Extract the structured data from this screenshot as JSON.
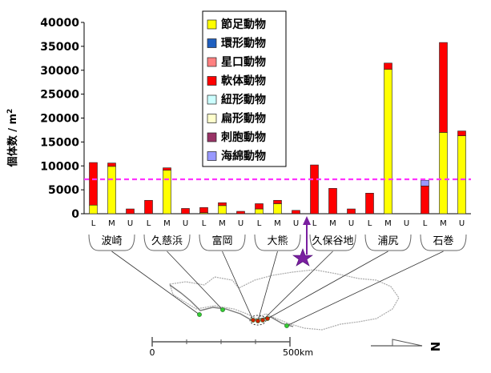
{
  "chart_data": {
    "type": "bar",
    "stacked": true,
    "ylabel": "個体数 / m",
    "ylabel_superscript": "2",
    "ylim": [
      0,
      40000
    ],
    "yticks": [
      0,
      5000,
      10000,
      15000,
      20000,
      25000,
      30000,
      35000,
      40000
    ],
    "ytick_labels": [
      "0",
      "5000",
      "10000",
      "15000",
      "20000",
      "25000",
      "30000",
      "35000",
      "40000"
    ],
    "categories": [
      "L",
      "M",
      "U",
      "L",
      "M",
      "U",
      "L",
      "M",
      "U",
      "L",
      "M",
      "U",
      "L",
      "M",
      "U",
      "L",
      "M",
      "U",
      "L",
      "M",
      "U"
    ],
    "sites": [
      "波崎",
      "久慈浜",
      "富岡",
      "大熊",
      "久保谷地",
      "浦尻",
      "石巻"
    ],
    "reference_line": 7200,
    "series": [
      {
        "name": "節足動物",
        "color": "#ffff00",
        "values": [
          1800,
          9900,
          0,
          0,
          9100,
          0,
          200,
          1700,
          0,
          1000,
          2100,
          0,
          0,
          0,
          0,
          0,
          30200,
          0,
          0,
          17000,
          16300
        ]
      },
      {
        "name": "環形動物",
        "color": "#1f5fbf",
        "values": [
          0,
          0,
          0,
          0,
          0,
          0,
          0,
          0,
          0,
          0,
          0,
          0,
          0,
          0,
          0,
          0,
          0,
          0,
          0,
          0,
          0
        ]
      },
      {
        "name": "星口動物",
        "color": "#ff8080",
        "values": [
          0,
          0,
          0,
          0,
          0,
          0,
          0,
          0,
          0,
          0,
          0,
          0,
          0,
          0,
          0,
          0,
          0,
          0,
          0,
          0,
          0
        ]
      },
      {
        "name": "軟体動物",
        "color": "#ff0000",
        "values": [
          8900,
          700,
          1000,
          2800,
          500,
          1100,
          1100,
          600,
          500,
          1100,
          700,
          700,
          10200,
          5300,
          1000,
          4300,
          1300,
          0,
          5800,
          18800,
          1000
        ]
      },
      {
        "name": "紐形動物",
        "color": "#ccffff",
        "values": [
          0,
          0,
          0,
          0,
          0,
          0,
          0,
          0,
          0,
          0,
          0,
          0,
          0,
          0,
          0,
          0,
          0,
          0,
          0,
          0,
          0
        ]
      },
      {
        "name": "扁形動物",
        "color": "#ffffcc",
        "values": [
          0,
          0,
          0,
          0,
          0,
          0,
          0,
          0,
          0,
          0,
          0,
          0,
          0,
          0,
          0,
          0,
          0,
          0,
          0,
          0,
          0
        ]
      },
      {
        "name": "刺胞動物",
        "color": "#993366",
        "values": [
          0,
          0,
          0,
          0,
          0,
          0,
          0,
          0,
          0,
          0,
          0,
          0,
          0,
          0,
          0,
          0,
          0,
          0,
          0,
          0,
          0
        ]
      },
      {
        "name": "海綿動物",
        "color": "#9999ff",
        "values": [
          0,
          0,
          0,
          0,
          0,
          0,
          0,
          0,
          0,
          0,
          0,
          0,
          0,
          0,
          0,
          0,
          0,
          0,
          1200,
          0,
          0
        ]
      }
    ],
    "legend_position": "top-center"
  },
  "map": {
    "scale_start": "0",
    "scale_end": "500km",
    "north_label": "N"
  }
}
